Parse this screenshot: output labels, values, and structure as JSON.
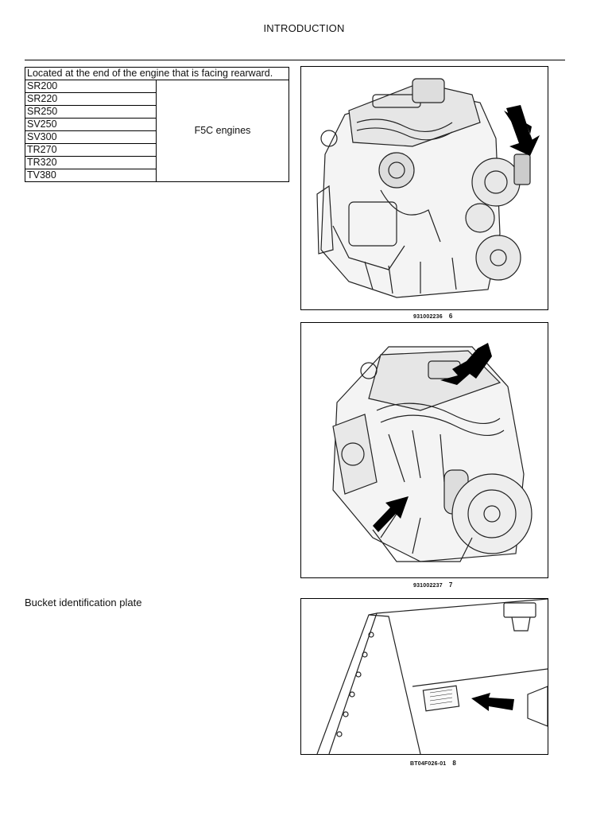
{
  "page": {
    "header": "INTRODUCTION"
  },
  "table": {
    "header": "Located at the end of the engine that is facing rearward.",
    "models": [
      "SR200",
      "SR220",
      "SR250",
      "SV250",
      "SV300",
      "TR270",
      "TR320",
      "TV380"
    ],
    "group_label": "F5C engines"
  },
  "figures": [
    {
      "code": "931002236",
      "number": "6"
    },
    {
      "code": "931002237",
      "number": "7"
    },
    {
      "code": "BT04F026-01",
      "number": "8"
    }
  ],
  "bucket_section": {
    "label": "Bucket identification plate"
  }
}
